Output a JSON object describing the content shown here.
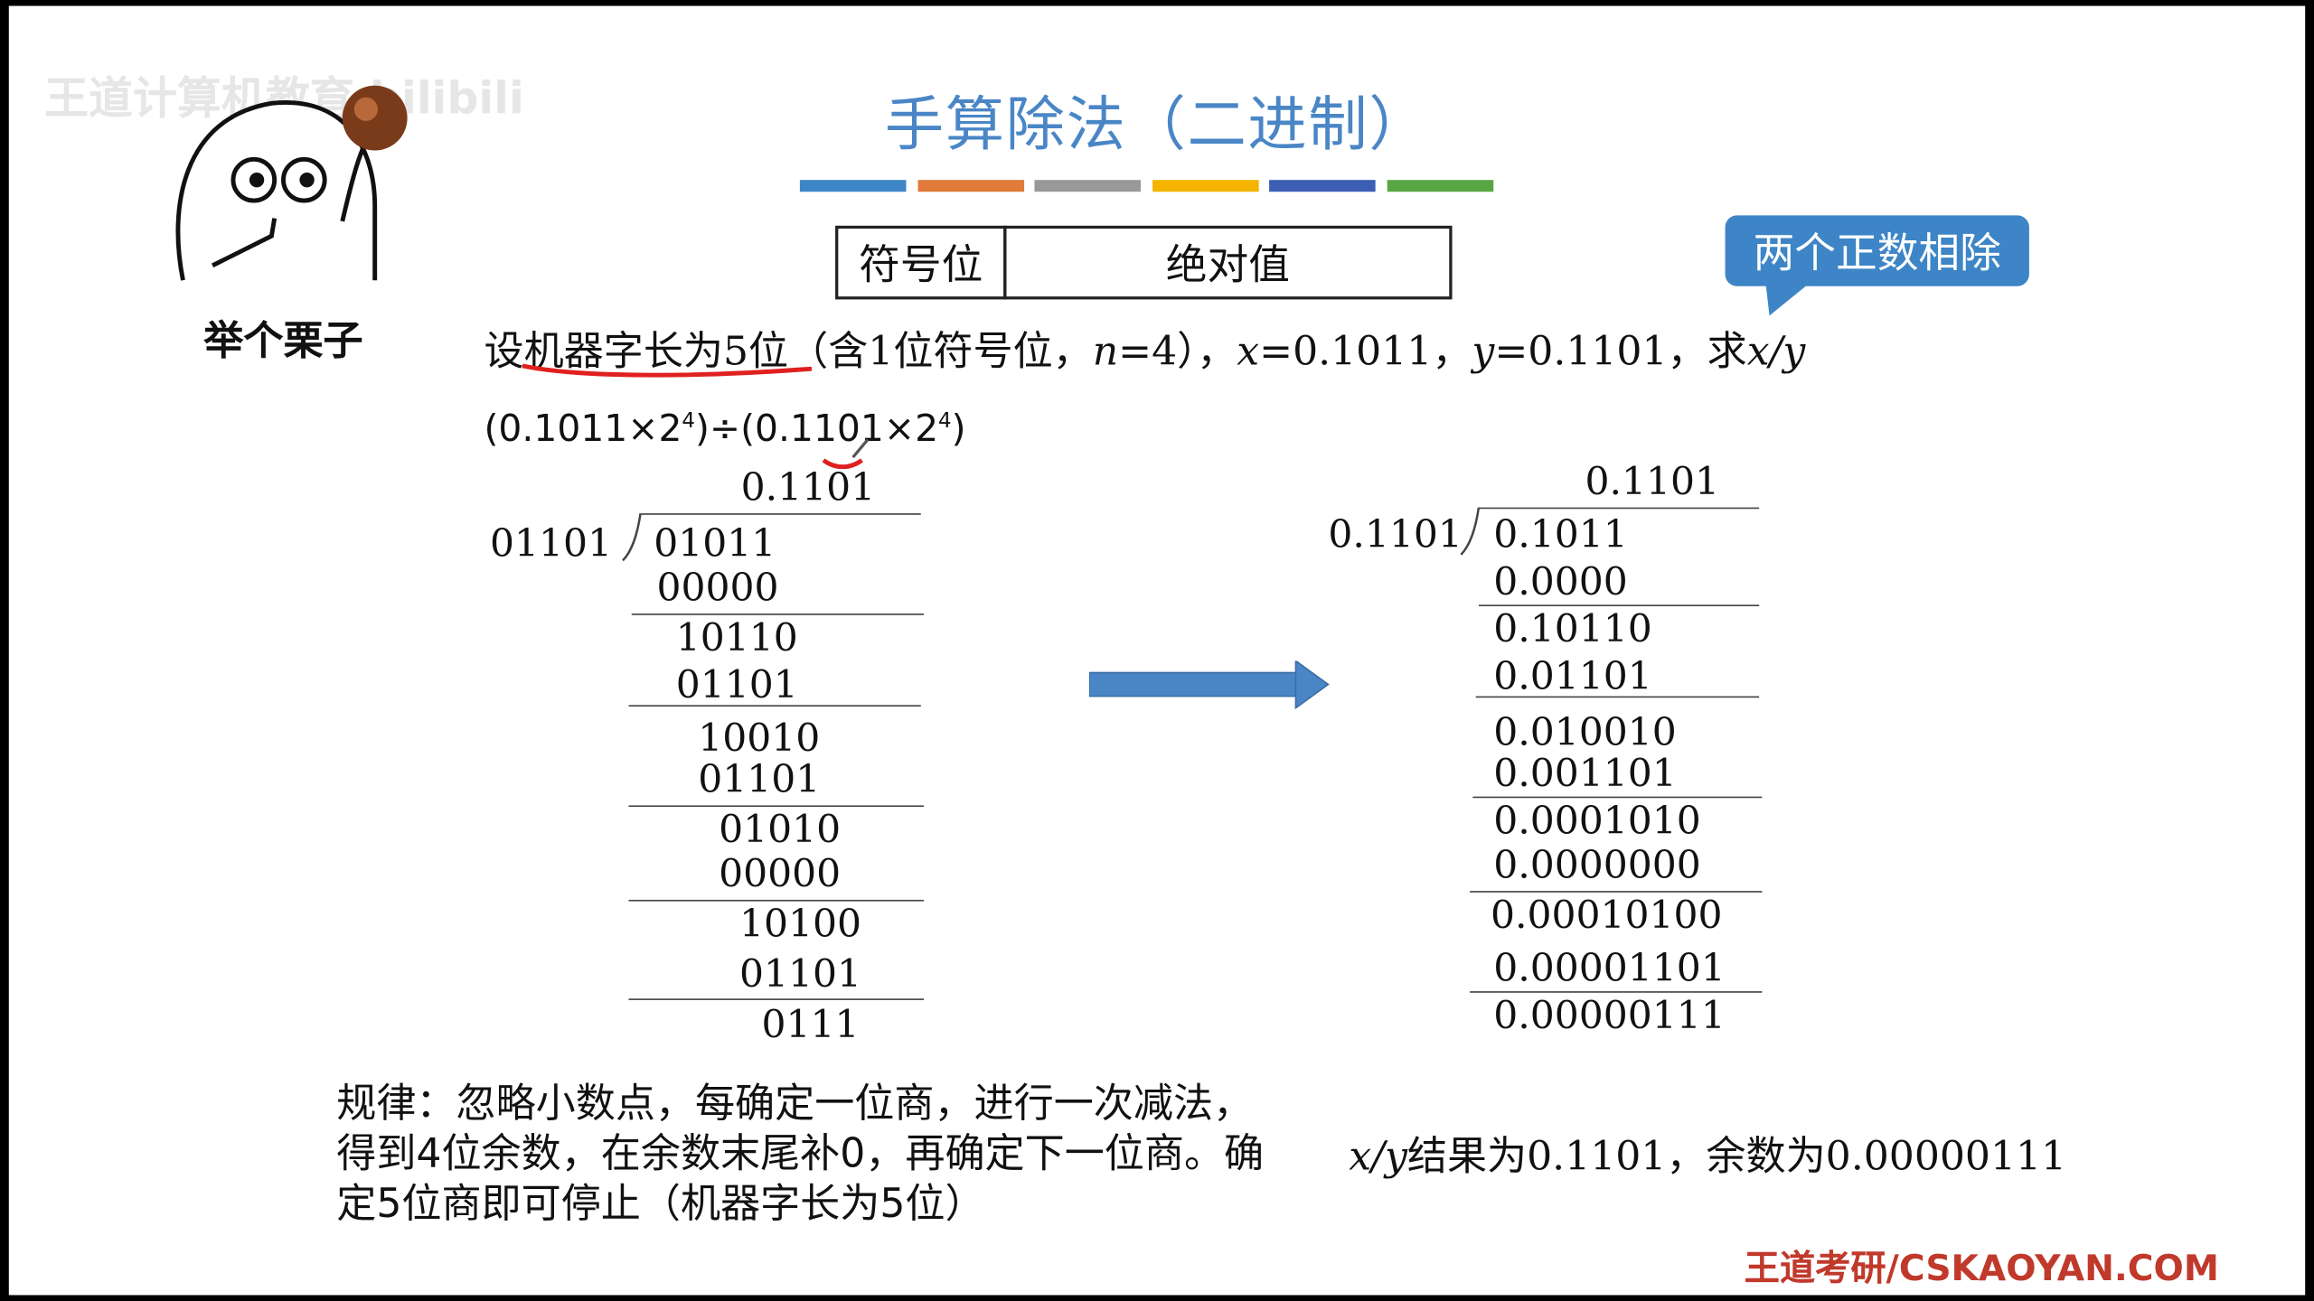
{
  "slide": {
    "title": "手算除法（二进制）",
    "watermark": "王道计算机教育 bilibili",
    "mascot_caption": "举个栗子",
    "header_box": {
      "sign_label": "符号位",
      "abs_label": "绝对值"
    },
    "callout": "两个正数相除",
    "problem": {
      "part1": "设机器字长为5位（含1位符号位，",
      "n_var": "n",
      "part2": "=4），",
      "x_var": "x",
      "part3": "=0.1011，",
      "y_var": "y",
      "part4": "=0.1101，求",
      "xy": "x/y"
    },
    "expression": {
      "left": "(0.1011×2",
      "exp1": "4",
      "mid": ")÷(0.1101×2",
      "exp2": "4",
      "right": ")"
    },
    "left_division": {
      "quotient": "0.1101",
      "divisor": "01101",
      "steps": [
        "01011",
        "00000",
        "10110",
        "01101",
        "10010",
        "01101",
        "01010",
        "00000",
        "10100",
        "01101",
        "0111"
      ]
    },
    "right_division": {
      "quotient": "0.1101",
      "divisor": "0.1101",
      "steps": [
        "0.1011",
        "0.0000",
        "0.10110",
        "0.01101",
        "0.010010",
        "0.001101",
        "0.0001010",
        "0.0000000",
        "0.00010100",
        "0.00001101",
        "0.00000111"
      ]
    },
    "rule": "规律：忽略小数点，每确定一位商，进行一次减法，得到4位余数，在余数末尾补0，再确定下一位商。确定5位商即可停止（机器字长为5位）",
    "result": {
      "var": "x/y",
      "text": "结果为0.1101，余数为0.00000111"
    },
    "brand": "王道考研/CSKAOYAN.COM",
    "colors": {
      "title": "#4a86c6",
      "bars": [
        "#3d85c6",
        "#e07b39",
        "#999999",
        "#f4b400",
        "#3c5fb4",
        "#5aa644"
      ],
      "callout": "#3d85c6",
      "arrow": "#4a86c6",
      "brand": "#c0392b",
      "annotation": "#e02020"
    }
  }
}
